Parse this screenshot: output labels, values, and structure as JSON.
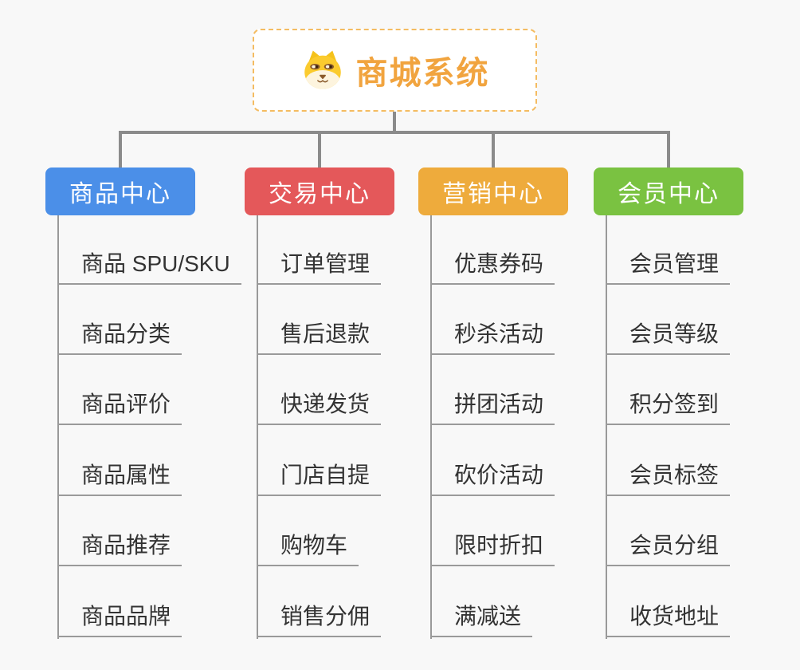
{
  "root": {
    "label": "商城系统",
    "icon": "shiba-dog-icon",
    "text_color": "#f1a43f",
    "border_color": "#f4bc62"
  },
  "branches": [
    {
      "label": "商品中心",
      "color": "#4b8fe8",
      "children": [
        "商品 SPU/SKU",
        "商品分类",
        "商品评价",
        "商品属性",
        "商品推荐",
        "商品品牌"
      ]
    },
    {
      "label": "交易中心",
      "color": "#e4585a",
      "children": [
        "订单管理",
        "售后退款",
        "快递发货",
        "门店自提",
        "购物车",
        "销售分佣"
      ]
    },
    {
      "label": "营销中心",
      "color": "#eeab3c",
      "children": [
        "优惠券码",
        "秒杀活动",
        "拼团活动",
        "砍价活动",
        "限时折扣",
        "满减送"
      ]
    },
    {
      "label": "会员中心",
      "color": "#7ac241",
      "children": [
        "会员管理",
        "会员等级",
        "积分签到",
        "会员标签",
        "会员分组",
        "收货地址"
      ]
    }
  ],
  "colors": {
    "background": "#f8f8f8",
    "connector": "#8b8b8b",
    "underline": "#9a9a9a",
    "child_text": "#333333"
  }
}
